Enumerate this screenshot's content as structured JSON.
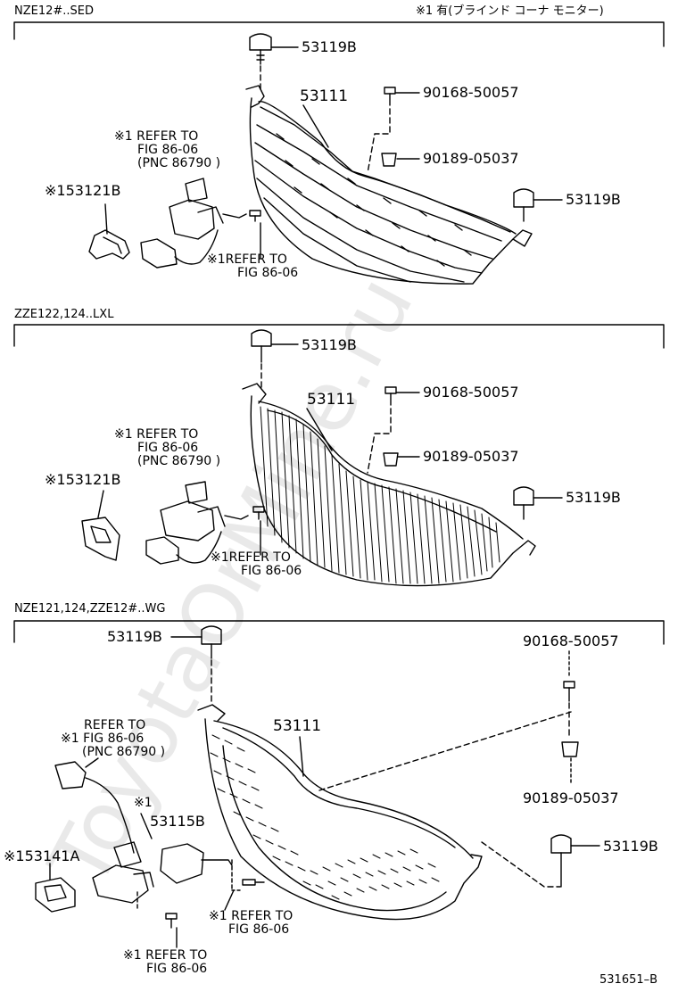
{
  "page_header": {
    "left": "NZE12#..SED",
    "right": "※1 有(ブラインド コーナ モニター)"
  },
  "sections": [
    {
      "header": "NZE12#..SED",
      "labels": {
        "clip_top": "53119B",
        "grille": "53111",
        "screw": "90168-50057",
        "nut": "90189-05037",
        "clip_right": "53119B",
        "cover": "※153121B",
        "refer1": [
          "※1 REFER TO",
          "FIG  86-06",
          "(PNC 86790 )"
        ],
        "refer2": [
          "※1REFER TO",
          "FIG  86-06"
        ]
      }
    },
    {
      "header": "ZZE122,124..LXL",
      "labels": {
        "clip_top": "53119B",
        "grille": "53111",
        "screw": "90168-50057",
        "nut": "90189-05037",
        "clip_right": "53119B",
        "cover": "※153121B",
        "refer1": [
          "※1 REFER TO",
          "FIG  86-06",
          "(PNC 86790 )"
        ],
        "refer2": [
          "※1REFER TO",
          "FIG  86-06"
        ]
      }
    },
    {
      "header": "NZE121,124,ZZE12#..WG",
      "labels": {
        "clip_top": "53119B",
        "grille": "53111",
        "screw": "90168-50057",
        "nut": "90189-05037",
        "clip_right": "53119B",
        "bracket": "53115B",
        "bracket_mark": "※1",
        "cover": "※153141A",
        "refer1": [
          "REFER  TO",
          "※1 FIG  86-06",
          "(PNC 86790 )"
        ],
        "refer2": [
          "※1",
          "REFER  TO",
          "FIG  86-06"
        ],
        "refer3": [
          "※1",
          "REFER  TO",
          "FIG  86-06"
        ]
      }
    }
  ],
  "footer_code": "531651–B",
  "watermark": "ToyotaOrMine.ru"
}
